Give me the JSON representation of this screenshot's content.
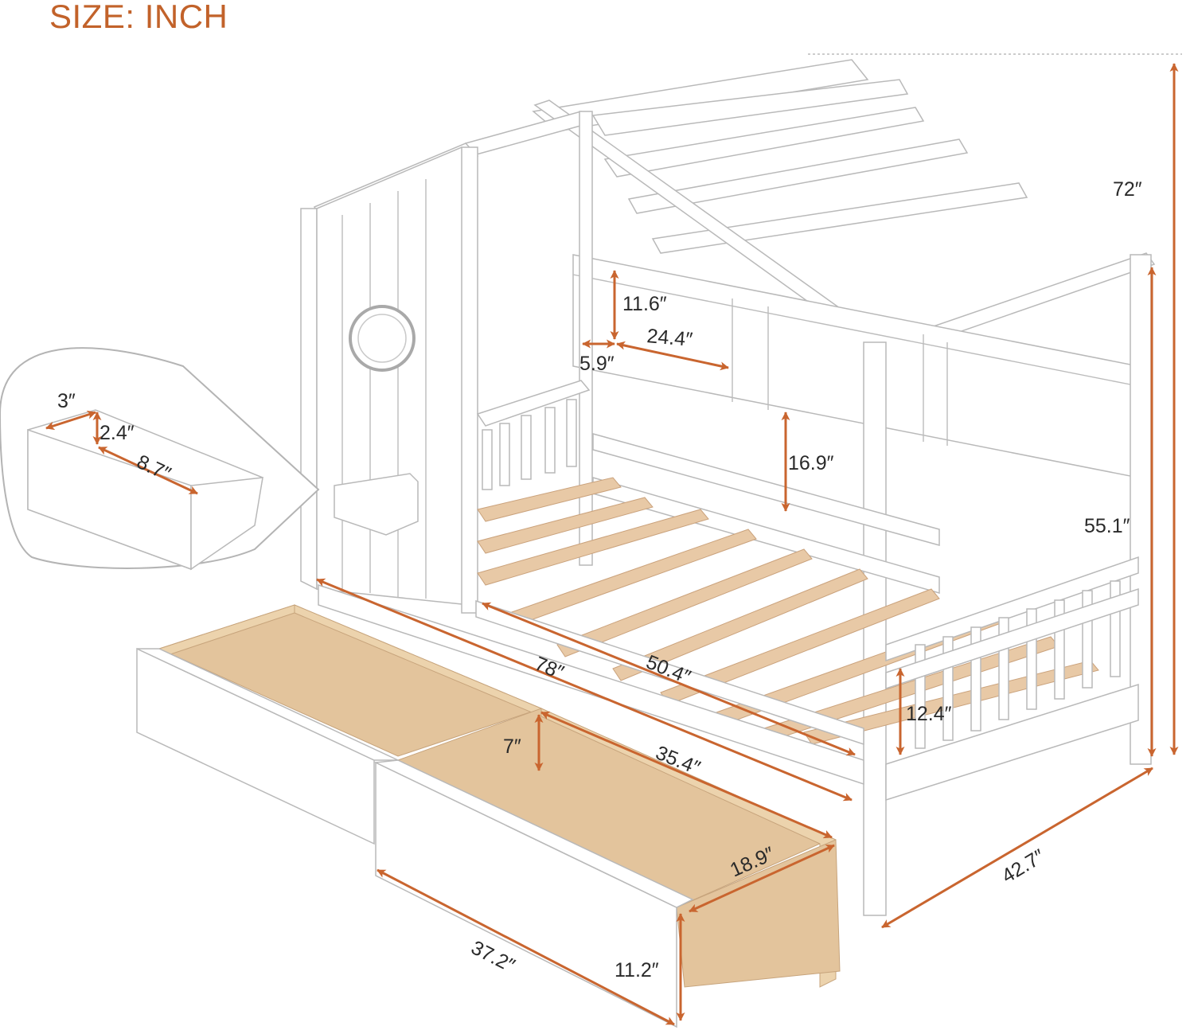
{
  "title": "SIZE: INCH",
  "colors": {
    "accent": "#c9652f",
    "title": "#c2622a",
    "frame": "#ffffff",
    "pine": "#ecd3ad"
  },
  "dimensions": {
    "total_height": "72″",
    "side_height": "55.1″",
    "shelf_height": "11.6″",
    "shelf_depth": "5.9″",
    "shelf_width": "24.4″",
    "rail_gap": "16.9″",
    "total_length": "78″",
    "inner_length": "50.4″",
    "drawer_length": "35.4″",
    "drawer_depth": "7″",
    "guard_height": "12.4″",
    "total_width": "42.7″",
    "drawer_width": "18.9″",
    "drawers_total": "37.2″",
    "drawer_height": "11.2″",
    "tray_depth": "3″",
    "tray_height": "2.4″",
    "tray_width": "8.7″"
  }
}
